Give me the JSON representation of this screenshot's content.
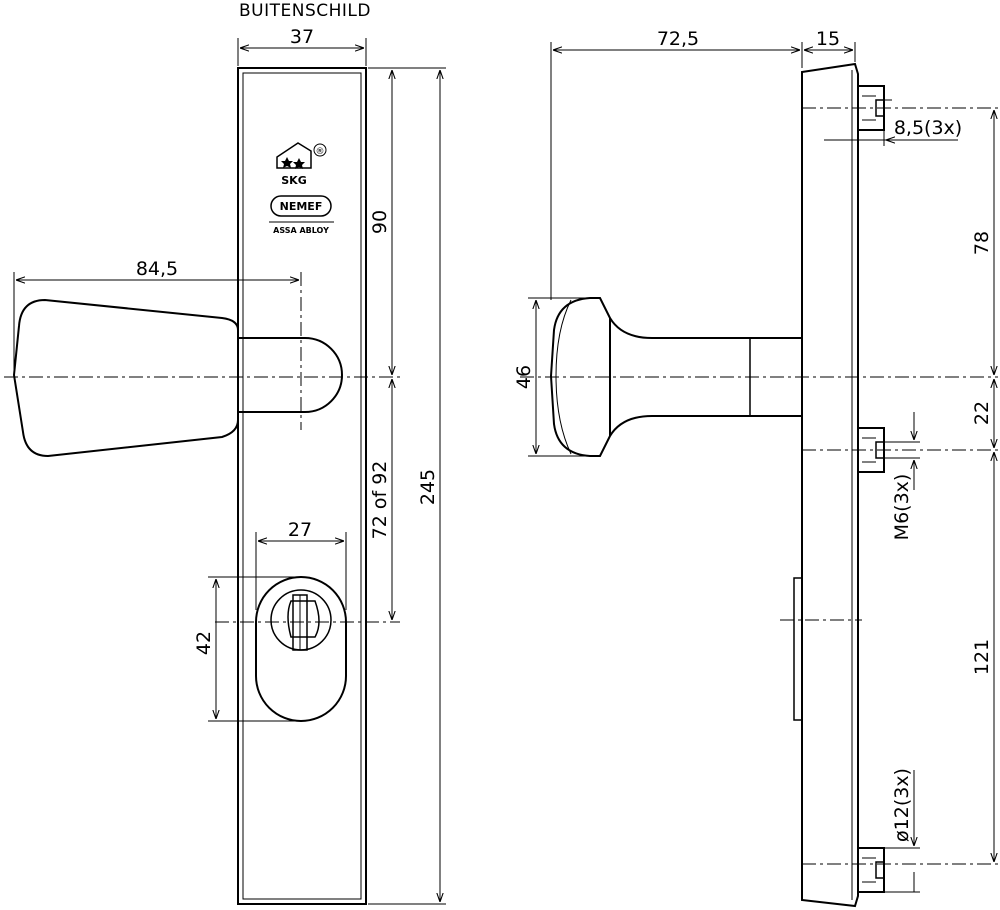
{
  "title": "BUITENSCHILD",
  "logo": {
    "registered_mark": "®",
    "skg_text": "SKG",
    "brand": "NEMEF",
    "sub_brand": "ASSA ABLOY"
  },
  "dimensions": {
    "plate_width": "37",
    "knob_length": "84,5",
    "upper_height": "90",
    "spindle_to_cylinder": "72 of 92",
    "total_height": "245",
    "cylinder_width": "27",
    "cylinder_height": "42",
    "side_knob_length": "72,5",
    "side_plate_depth": "15",
    "screw_size": "8,5(3x)",
    "top_to_spindle": "78",
    "knob_diameter": "46",
    "spindle_to_screw": "22",
    "thread": "M6(3x)",
    "screw_spacing": "121",
    "boss_diameter": "ø12(3x)"
  }
}
